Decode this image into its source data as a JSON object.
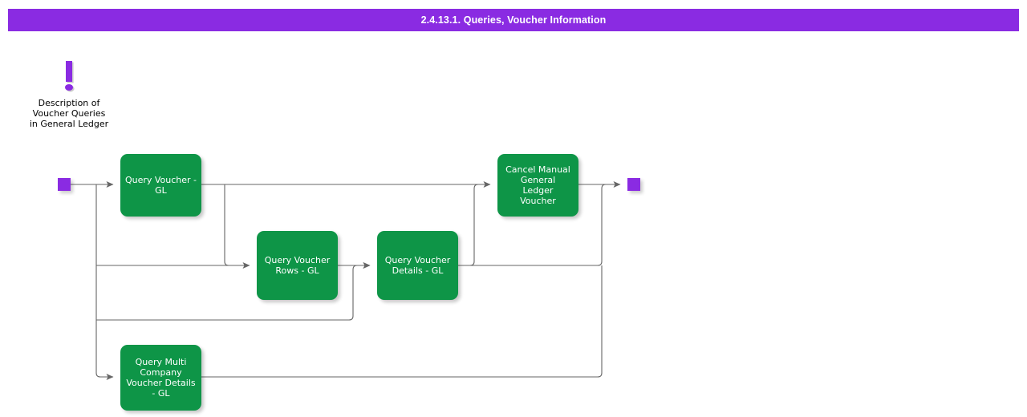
{
  "titlebar": {
    "title": "2.4.13.1. Queries, Voucher Information",
    "background": "#8A2BE2",
    "text_color": "#ffffff"
  },
  "note": {
    "icon": "exclamation-mark-icon",
    "icon_color": "#8A2BE2",
    "text": "Description of\nVoucher Queries\nin General Ledger"
  },
  "terminators": {
    "start": {
      "name": "start-terminator",
      "color": "#8A2BE2"
    },
    "end": {
      "name": "end-terminator",
      "color": "#8A2BE2"
    }
  },
  "diagram": {
    "node_color": "#0E9547",
    "node_text_color": "#ffffff",
    "connector_color": "#666666",
    "nodes": [
      {
        "id": "query-voucher",
        "label": "Query Voucher -\nGL"
      },
      {
        "id": "query-voucher-rows",
        "label": "Query Voucher\nRows - GL"
      },
      {
        "id": "query-voucher-details",
        "label": "Query Voucher\nDetails - GL"
      },
      {
        "id": "cancel-manual",
        "label": "Cancel Manual\nGeneral\nLedger\nVoucher"
      },
      {
        "id": "query-multi-company",
        "label": "Query Multi\nCompany\nVoucher Details\n- GL"
      }
    ]
  }
}
